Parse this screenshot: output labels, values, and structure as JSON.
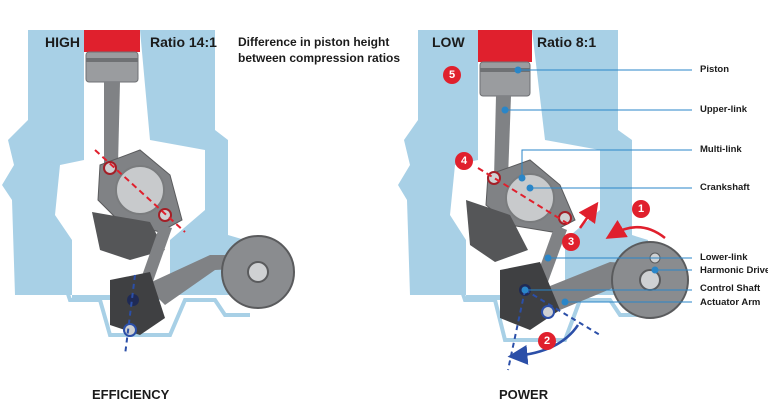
{
  "left_panel": {
    "level": "HIGH",
    "ratio": "Ratio 14:1",
    "mode": "EFFICIENCY"
  },
  "right_panel": {
    "level": "LOW",
    "ratio": "Ratio 8:1",
    "mode": "POWER"
  },
  "note": {
    "line1": "Difference in piston height",
    "line2": "between compression ratios"
  },
  "callouts": [
    "Piston",
    "Upper-link",
    "Multi-link",
    "Crankshaft",
    "Lower-link",
    "Harmonic Drive",
    "Control Shaft",
    "Actuator Arm"
  ],
  "markers": [
    "1",
    "2",
    "3",
    "4",
    "5"
  ],
  "colors": {
    "block": "#a8d0e6",
    "red_band": "#e0202d",
    "link_metal": "#808285",
    "dark_metal": "#4a4b4d",
    "leader": "#2a86c8",
    "marker": "#e0202d",
    "motion_arrow": "#2b4fa8"
  }
}
